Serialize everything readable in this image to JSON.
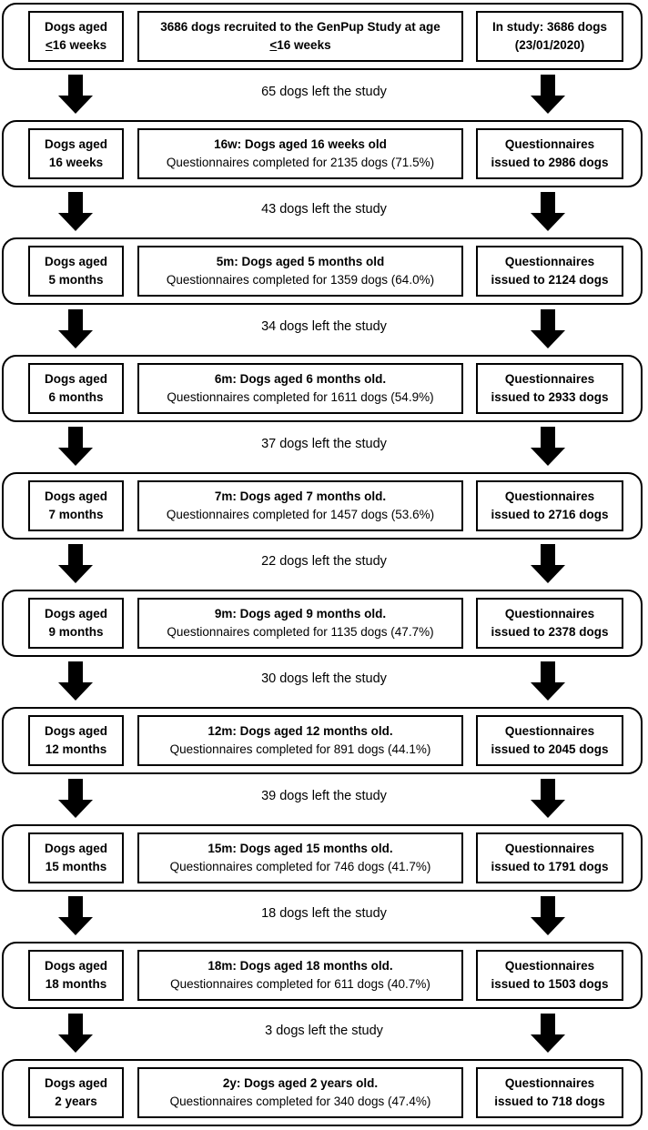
{
  "colors": {
    "border": "#000000",
    "background": "#ffffff",
    "text": "#000000"
  },
  "rows": [
    {
      "left": [
        "Dogs aged",
        "≤16 weeks"
      ],
      "center": [
        "3686 dogs recruited to the GenPup Study at age",
        "≤16 weeks"
      ],
      "right": [
        "In study: 3686 dogs",
        "(23/01/2020)"
      ],
      "emphasis_both_lines": true
    },
    {
      "left": [
        "Dogs aged",
        "16 weeks"
      ],
      "center": [
        "16w: Dogs aged 16 weeks old",
        "Questionnaires completed for 2135 dogs (71.5%)"
      ],
      "right": [
        "Questionnaires",
        "issued to 2986 dogs"
      ]
    },
    {
      "left": [
        "Dogs aged",
        "5 months"
      ],
      "center": [
        "5m: Dogs aged 5 months old",
        "Questionnaires completed for 1359 dogs (64.0%)"
      ],
      "right": [
        "Questionnaires",
        "issued to 2124 dogs"
      ]
    },
    {
      "left": [
        "Dogs aged",
        "6 months"
      ],
      "center": [
        "6m: Dogs aged 6 months old.",
        "Questionnaires completed for 1611 dogs (54.9%)"
      ],
      "right": [
        "Questionnaires",
        "issued to 2933 dogs"
      ]
    },
    {
      "left": [
        "Dogs aged",
        "7 months"
      ],
      "center": [
        "7m: Dogs aged 7 months old.",
        "Questionnaires completed for 1457 dogs (53.6%)"
      ],
      "right": [
        "Questionnaires",
        "issued to 2716 dogs"
      ]
    },
    {
      "left": [
        "Dogs aged",
        "9 months"
      ],
      "center": [
        "9m: Dogs aged 9 months old.",
        "Questionnaires completed for 1135 dogs (47.7%)"
      ],
      "right": [
        "Questionnaires",
        "issued to 2378 dogs"
      ]
    },
    {
      "left": [
        "Dogs aged",
        "12 months"
      ],
      "center": [
        "12m: Dogs aged 12 months old.",
        "Questionnaires completed for 891 dogs (44.1%)"
      ],
      "right": [
        "Questionnaires",
        "issued to 2045 dogs"
      ]
    },
    {
      "left": [
        "Dogs aged",
        "15 months"
      ],
      "center": [
        "15m: Dogs aged 15 months old.",
        "Questionnaires completed for 746 dogs (41.7%)"
      ],
      "right": [
        "Questionnaires",
        "issued to 1791 dogs"
      ]
    },
    {
      "left": [
        "Dogs aged",
        "18 months"
      ],
      "center": [
        "18m: Dogs aged 18 months old.",
        "Questionnaires completed for 611 dogs (40.7%)"
      ],
      "right": [
        "Questionnaires",
        "issued to 1503 dogs"
      ]
    },
    {
      "left": [
        "Dogs aged",
        "2 years"
      ],
      "center": [
        "2y: Dogs aged 2 years old.",
        "Questionnaires completed for 340 dogs (47.4%)"
      ],
      "right": [
        "Questionnaires",
        "issued to 718 dogs"
      ]
    }
  ],
  "connectors": [
    {
      "label": "65 dogs left the study"
    },
    {
      "label": "43 dogs left the study"
    },
    {
      "label": "34 dogs left the study"
    },
    {
      "label": "37 dogs left the study"
    },
    {
      "label": "22 dogs left the study"
    },
    {
      "label": "30 dogs left the study"
    },
    {
      "label": "39 dogs left the study"
    },
    {
      "label": "18 dogs left the study"
    },
    {
      "label": "3 dogs left the study"
    }
  ]
}
